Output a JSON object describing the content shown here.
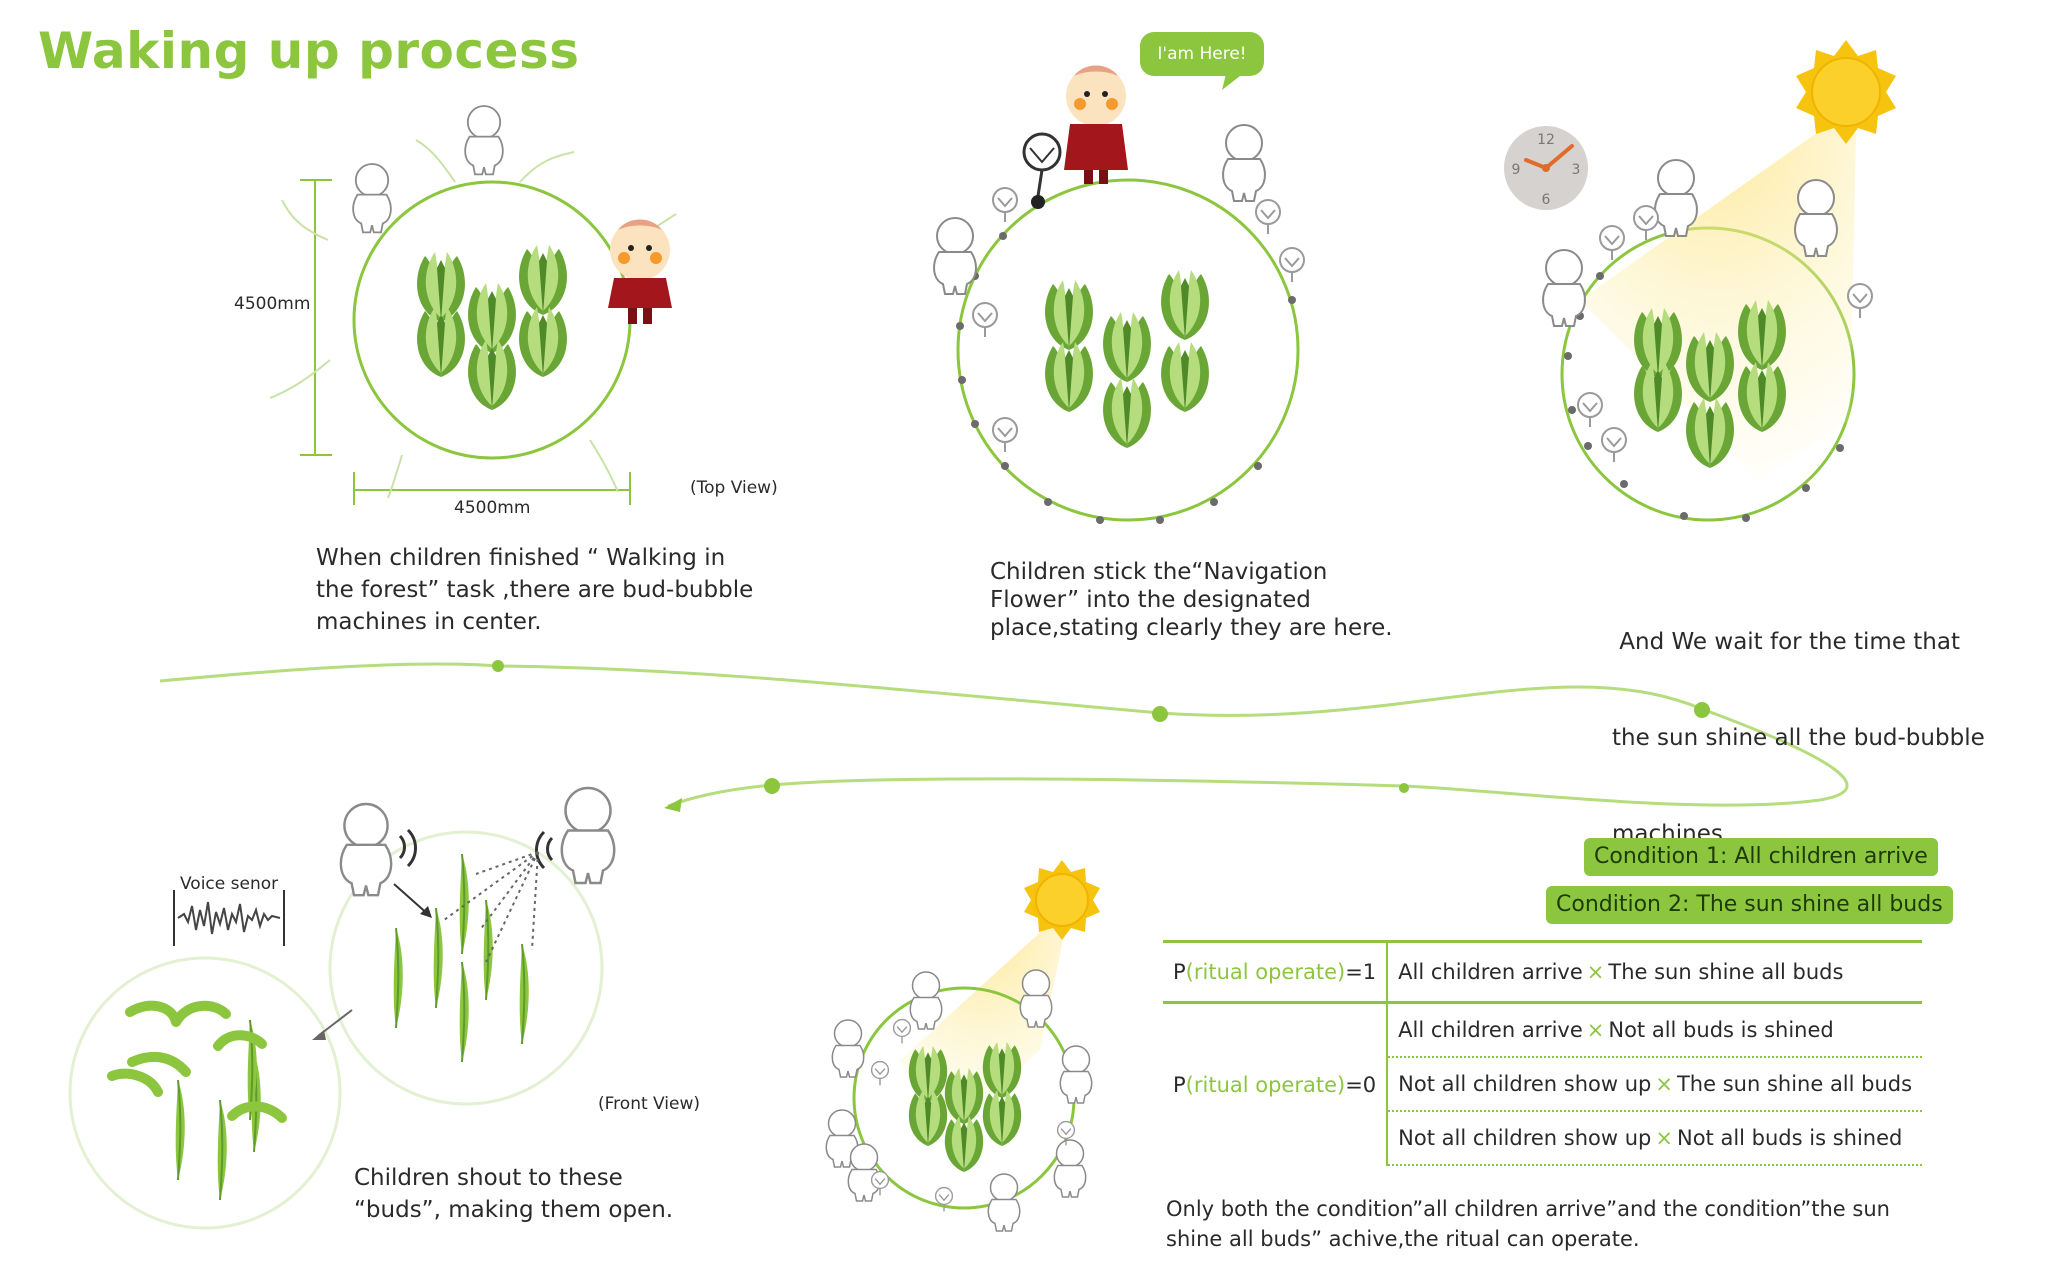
{
  "title": "Waking up process",
  "panel1": {
    "dim_vertical": "4500mm",
    "dim_horizontal": "4500mm",
    "view_label": "(Top View)",
    "caption": [
      "When children finished “   Walking in",
      "the forest” task ,there are bud-bubble",
      "machines in center."
    ]
  },
  "panel2": {
    "speech": "I'am Here!",
    "caption": [
      "Children stick the“Navigation",
      "Flower” into the designated",
      "place,stating clearly they are here."
    ]
  },
  "panel3": {
    "clock_12": "12",
    "clock_3": "3",
    "clock_6": "6",
    "clock_9": "9",
    "caption": [
      " And We wait for the time that",
      "the sun shine all the bud-bubble",
      "machines."
    ]
  },
  "panel4": {
    "voice_label": "Voice senor",
    "view_label": "(Front View)",
    "caption": [
      "Children shout to these",
      "“buds”, making them open."
    ]
  },
  "conditions": {
    "c1": "Condition 1: All children arrive",
    "c2": "Condition 2: The sun shine all buds"
  },
  "logic": {
    "p1_prefix": "P",
    "p1_mid": "(ritual operate)",
    "p1_suffix": "=1",
    "p0_prefix": "P",
    "p0_mid": "(ritual operate)",
    "p0_suffix": "=0",
    "x": "×",
    "row1_a": "All children arrive",
    "row1_b": "The sun shine all buds",
    "row2_a": "All children arrive",
    "row2_b": "Not all buds is shined",
    "row3_a": "Not all children show up",
    "row3_b": "The sun shine all buds",
    "row4_a": "Not all children show up",
    "row4_b": "Not all buds is shined"
  },
  "conclusion": [
    "Only both the condition”all children arrive”and the condition”the sun",
    "shine all buds” achive,the ritual can operate."
  ],
  "colors": {
    "accent": "#8cc63f",
    "leaf_light": "#b5dc7d",
    "leaf_dark": "#6aa636",
    "sun": "#f6c40f",
    "child_red": "#a3171c",
    "skin": "#fbe3bf"
  }
}
